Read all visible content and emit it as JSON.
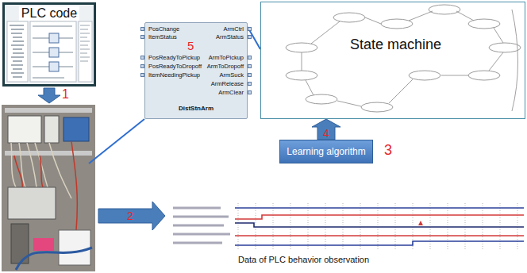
{
  "diagram": {
    "nodes": [
      {
        "text": [
          "PLC code"
        ]
      },
      {
        "text": [
          "PosChange",
          "ItemStatus",
          "PosReadyToPickup",
          "PosReadyToDropoff",
          "ItemNeedingPickup",
          "ArmCtrl",
          "ArmStatus",
          "ArmToPickup",
          "ArmToDropoff",
          "ArmSuck",
          "ArmRelease",
          "ArmClear",
          "DistStnArm"
        ]
      },
      {
        "text": [
          "State machine"
        ]
      },
      {
        "text": [
          "Learning algorithm"
        ]
      },
      {
        "text": [
          "Data of PLC behavior observation"
        ]
      }
    ],
    "edges": [
      {
        "from": 1,
        "to": 2,
        "arrow": "none"
      },
      {
        "from": 3,
        "to": 2,
        "arrow": "to",
        "label": "4"
      }
    ],
    "labels": [
      "1",
      "5",
      "2",
      "3"
    ]
  }
}
